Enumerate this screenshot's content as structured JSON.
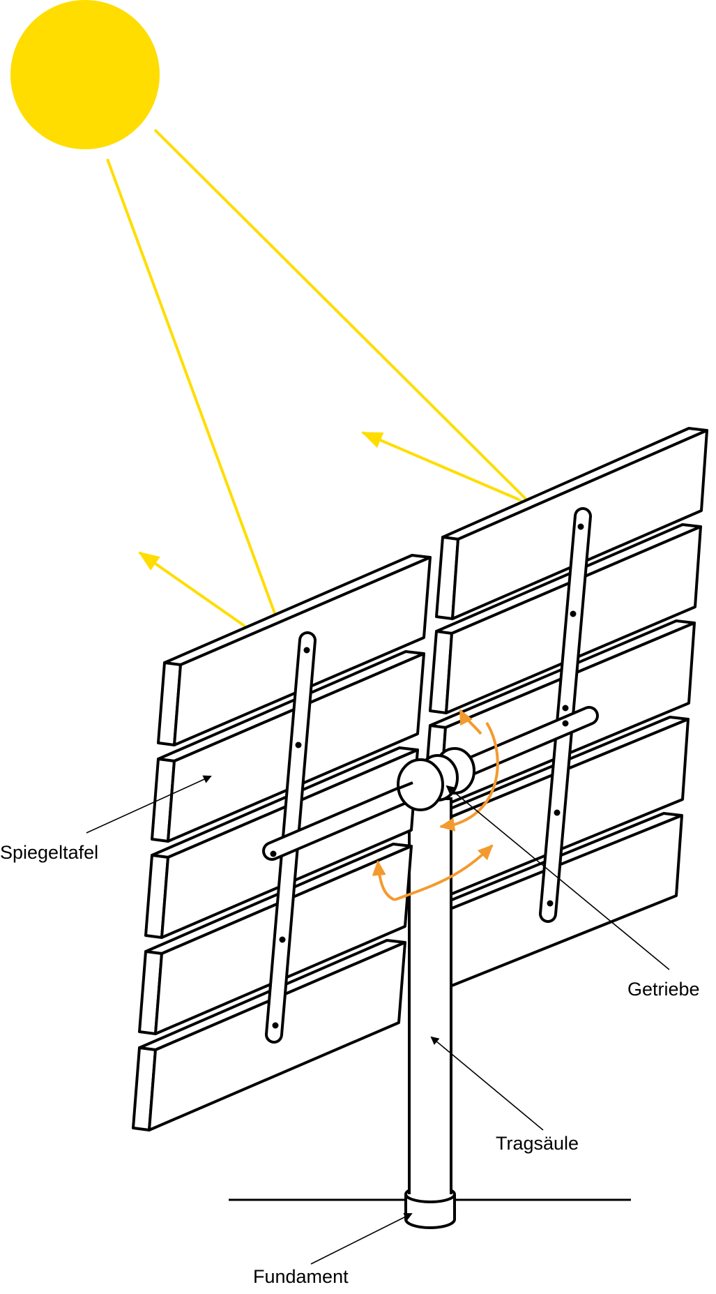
{
  "labels": {
    "mirror_panel": "Spiegeltafel",
    "gearbox": "Getriebe",
    "support_column": "Tragsäule",
    "foundation": "Fundament"
  },
  "colors": {
    "sun": "#FFDD00",
    "sunbeam": "#FFDD00",
    "rotation_arrow": "#F39A2E",
    "outline": "#000000",
    "background": "#FFFFFF"
  },
  "icons": {
    "sun": "sun-icon",
    "rotation": "rotation-arrow-icon",
    "pointer": "pointer-arrow-icon"
  }
}
